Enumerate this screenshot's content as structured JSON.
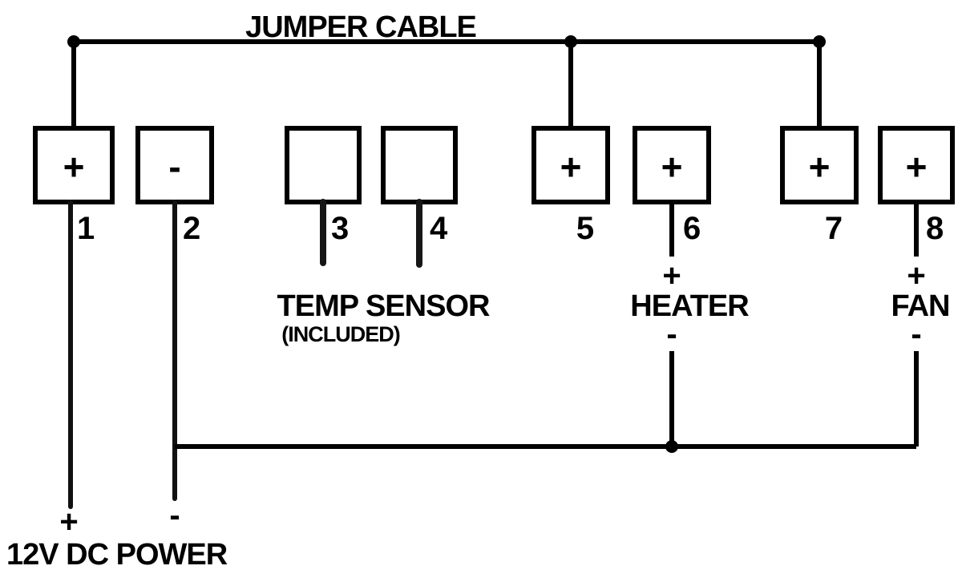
{
  "diagram": {
    "jumper_label": "JUMPER CABLE",
    "terminals": [
      {
        "number": "1",
        "symbol": "+"
      },
      {
        "number": "2",
        "symbol": "-"
      },
      {
        "number": "3",
        "symbol": ""
      },
      {
        "number": "4",
        "symbol": ""
      },
      {
        "number": "5",
        "symbol": "+"
      },
      {
        "number": "6",
        "symbol": "+"
      },
      {
        "number": "7",
        "symbol": "+"
      },
      {
        "number": "8",
        "symbol": "+"
      }
    ],
    "temp_sensor": {
      "label": "TEMP SENSOR",
      "sublabel": "(INCLUDED)"
    },
    "heater": {
      "label": "HEATER",
      "plus": "+",
      "minus": "-"
    },
    "fan": {
      "label": "FAN",
      "plus": "+",
      "minus": "-"
    },
    "power": {
      "label": "12V DC POWER",
      "plus": "+",
      "minus": "-"
    },
    "colors": {
      "wire": "#000000",
      "background": "#ffffff"
    }
  }
}
